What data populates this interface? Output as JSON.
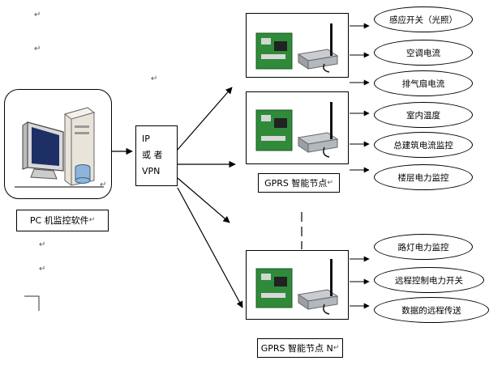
{
  "pc": {
    "label": "PC 机监控软件"
  },
  "gateway": {
    "line1": "IP",
    "line2": "或 者",
    "line3": "VPN"
  },
  "node1_label": "GPRS 智能节点",
  "nodeN_label": "GPRS 智能节点 N",
  "outputs_group1": [
    "感应开关（光照）",
    "空调电流",
    "排气扇电流"
  ],
  "outputs_group2": [
    "室内温度",
    "总建筑电流监控",
    "楼层电力监控"
  ],
  "outputs_groupN": [
    "路灯电力监控",
    "远程控制电力开关",
    "数据的远程传送"
  ],
  "return_mark": "↵"
}
